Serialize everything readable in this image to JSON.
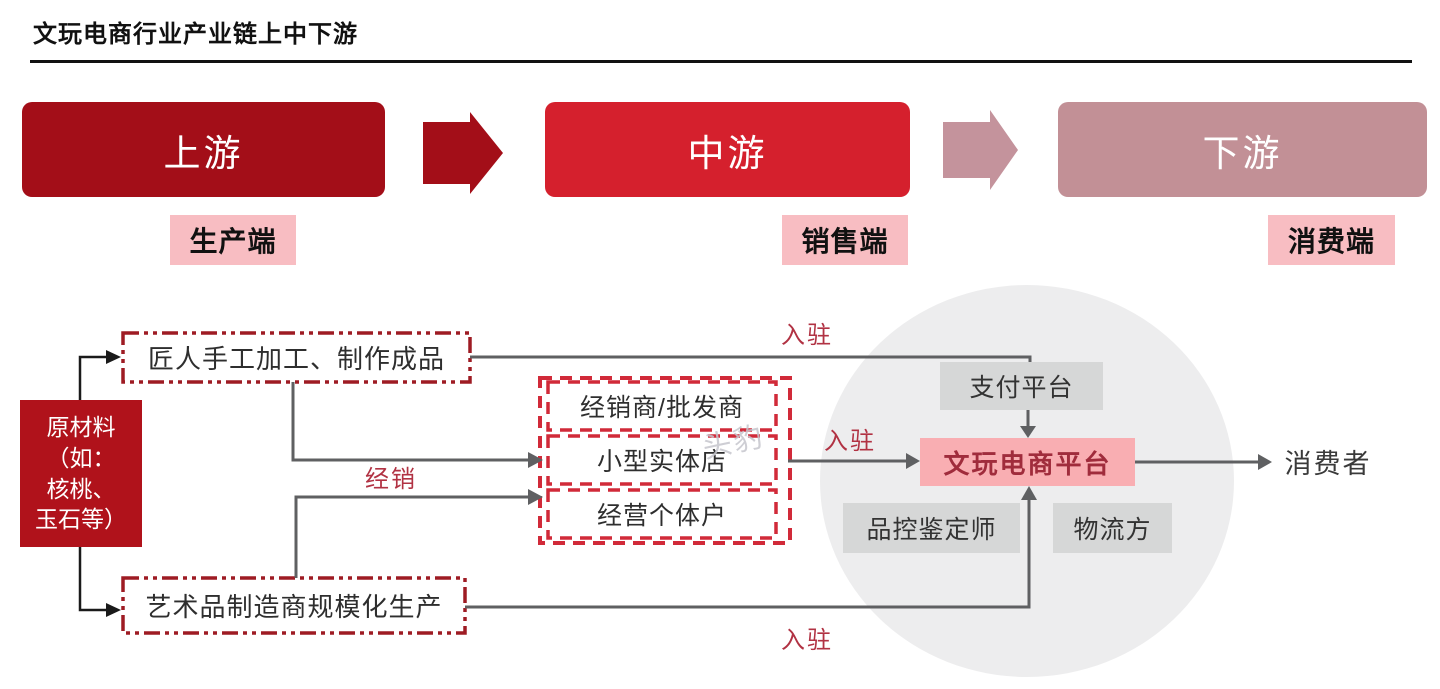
{
  "title": "文玩电商行业产业链上中下游",
  "banner": {
    "stages": [
      {
        "label": "上游",
        "sublabel": "生产端"
      },
      {
        "label": "中游",
        "sublabel": "销售端"
      },
      {
        "label": "下游",
        "sublabel": "消费端"
      }
    ]
  },
  "flow": {
    "raw_material": "原材料\n（如：\n核桃、\n玉石等）",
    "artisan": "匠人手工加工、制作成品",
    "manufacturer": "艺术品制造商规模化生产",
    "middlemen": [
      "经销商/批发商",
      "小型实体店",
      "经营个体户"
    ],
    "payment_platform": "支付平台",
    "ecommerce_platform": "文玩电商平台",
    "quality_inspector": "品控鉴定师",
    "logistics": "物流方",
    "consumer": "消费者",
    "edge_labels": {
      "distribution": "经销",
      "join_top": "入驻",
      "join_mid": "入驻",
      "join_bottom": "入驻"
    }
  },
  "watermark": "头豹",
  "colors": {
    "upstream": "#A30E18",
    "midstream": "#D5202D",
    "downstream": "#C29096",
    "arrow2": "#C4939C",
    "pinklabel": "#F8BDC2",
    "rawbox": "#B0121B",
    "darkdash": "#9E1B23",
    "brightdash": "#D12A39",
    "platformbg": "#F9AEB2",
    "platformtext": "#A02C3C",
    "graybox": "#D6D7D7",
    "circle": "#EDEDEE",
    "line": "#5F6062",
    "redlabel": "#B13243",
    "ink": "#2E2E2E"
  }
}
